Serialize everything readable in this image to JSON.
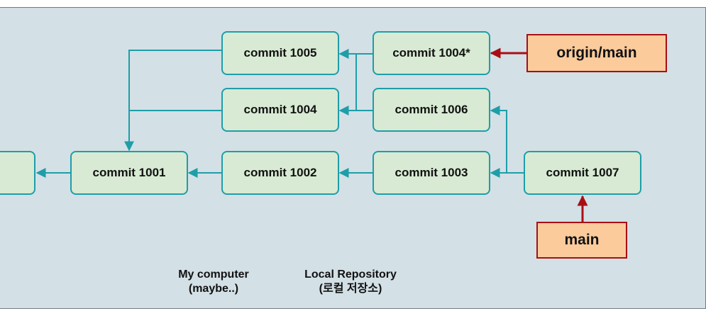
{
  "nodes": {
    "c1001": "commit 1001",
    "c1002": "commit 1002",
    "c1003": "commit 1003",
    "c1004": "commit 1004",
    "c1005": "commit 1005",
    "c1006": "commit 1006",
    "c1007": "commit 1007",
    "c1004star": "commit 1004*",
    "partial": ""
  },
  "refs": {
    "origin_main": "origin/main",
    "main": "main"
  },
  "captions": {
    "my_computer": [
      "My computer",
      "(maybe..)"
    ],
    "local_repository": [
      "Local Repository",
      "(로컬 저장소)"
    ]
  },
  "colors": {
    "background": "#d3e0e6",
    "commit_fill": "#d8ead3",
    "commit_border": "#1e9ea8",
    "ref_fill": "#fbcb9c",
    "ref_border": "#a80f14",
    "edge_teal": "#1e9ea8",
    "edge_red": "#a80f14"
  }
}
